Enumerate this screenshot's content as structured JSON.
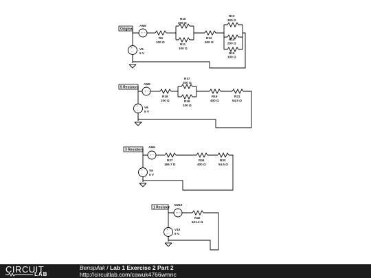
{
  "circuits": [
    {
      "tag": "Original",
      "ammeter": "AM5",
      "source": {
        "name": "V5",
        "value": "5 V"
      },
      "resistors": [
        {
          "name": "R9",
          "value": "100 Ω"
        },
        {
          "name": "R10",
          "value": "200 Ω"
        },
        {
          "name": "R11",
          "value": "100 Ω"
        },
        {
          "name": "R12",
          "value": "400 Ω"
        },
        {
          "name": "R13",
          "value": "300 Ω"
        },
        {
          "name": "R14",
          "value": "200 Ω"
        },
        {
          "name": "R15",
          "value": "100 Ω"
        }
      ]
    },
    {
      "tag": "5 Resistors",
      "ammeter": "AM6",
      "source": {
        "name": "V6",
        "value": "5 V"
      },
      "resistors": [
        {
          "name": "R16",
          "value": "100 Ω"
        },
        {
          "name": "R17",
          "value": "200 Ω"
        },
        {
          "name": "R18",
          "value": "100 Ω"
        },
        {
          "name": "R19",
          "value": "400 Ω"
        },
        {
          "name": "R21",
          "value": "54.5 Ω"
        }
      ]
    },
    {
      "tag": "3 Resistors",
      "ammeter": "AM9",
      "source": {
        "name": "V9",
        "value": "5 V"
      },
      "resistors": [
        {
          "name": "R37",
          "value": "166.7 Ω"
        },
        {
          "name": "R34",
          "value": "400 Ω"
        },
        {
          "name": "R33",
          "value": "54.5 Ω"
        }
      ]
    },
    {
      "tag": "1 Resistor",
      "ammeter": "AM10",
      "source": {
        "name": "V10",
        "value": "5 V"
      },
      "resistors": [
        {
          "name": "R40",
          "value": "621.2 Ω"
        }
      ]
    }
  ],
  "footer": {
    "logo_top": "CIRCUIT",
    "logo_bottom": "LAB",
    "author": "Benspilak",
    "separator": " / ",
    "title": "Lab 1 Exercise 2 Part 2",
    "url": "http://circuitlab.com/cawuk4766wmnc"
  }
}
